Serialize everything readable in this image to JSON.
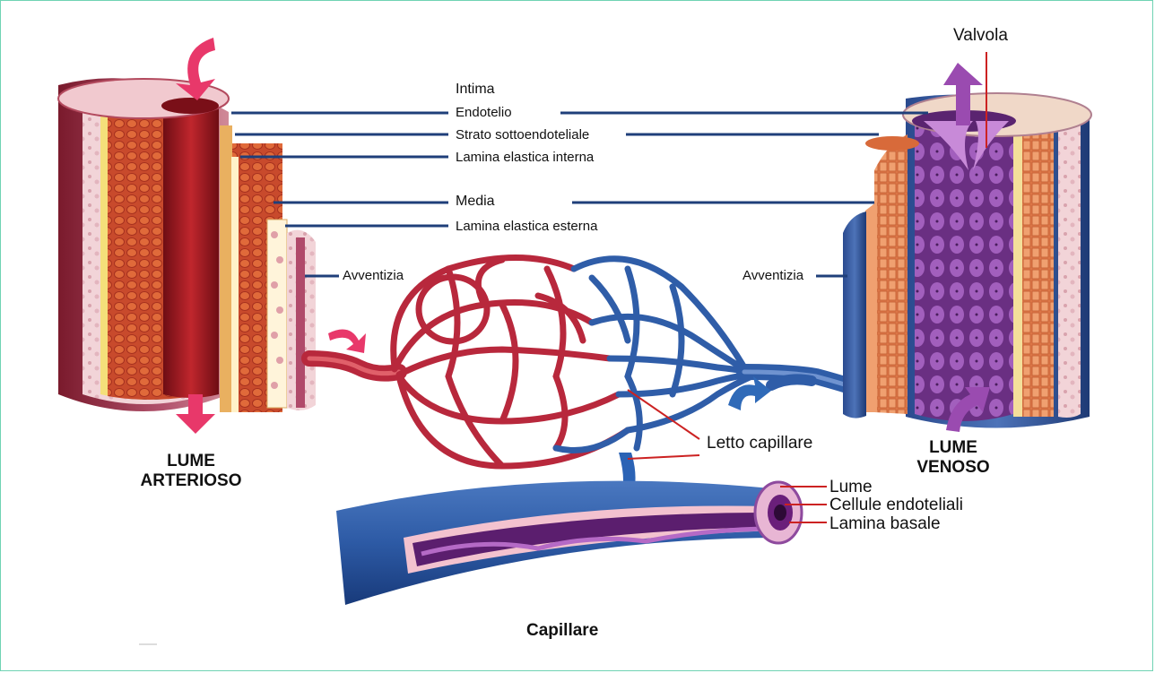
{
  "labels": {
    "valvola": "Valvola",
    "intima": "Intima",
    "endotelio": "Endotelio",
    "strato_sottoendoteliale": "Strato sottoendoteliale",
    "lamina_elastica_interna": "Lamina elastica interna",
    "media": "Media",
    "lamina_elastica_esterna": "Lamina elastica esterna",
    "avventizia_left": "Avventizia",
    "avventizia_right": "Avventizia",
    "letto_capillare": "Letto capillare",
    "lume": "Lume",
    "cellule_endoteliali": "Cellule endoteliali",
    "lamina_basale": "Lamina basale",
    "capillare": "Capillare",
    "lume_arterioso_1": "LUME",
    "lume_arterioso_2": "ARTERIOSO",
    "lume_venoso_1": "LUME",
    "lume_venoso_2": "VENOSO"
  },
  "colors": {
    "artery": "#b8283c",
    "artery_light": "#e0606a",
    "vein": "#2f5da8",
    "vein_light": "#6f93d0",
    "vein_inner": "#7a3b8f",
    "leader_blue": "#1f3f7a",
    "leader_red": "#cc2222",
    "arrow_pink": "#e8386a",
    "arrow_purple": "#9a4bb0",
    "frame": "#6fd3b3"
  }
}
